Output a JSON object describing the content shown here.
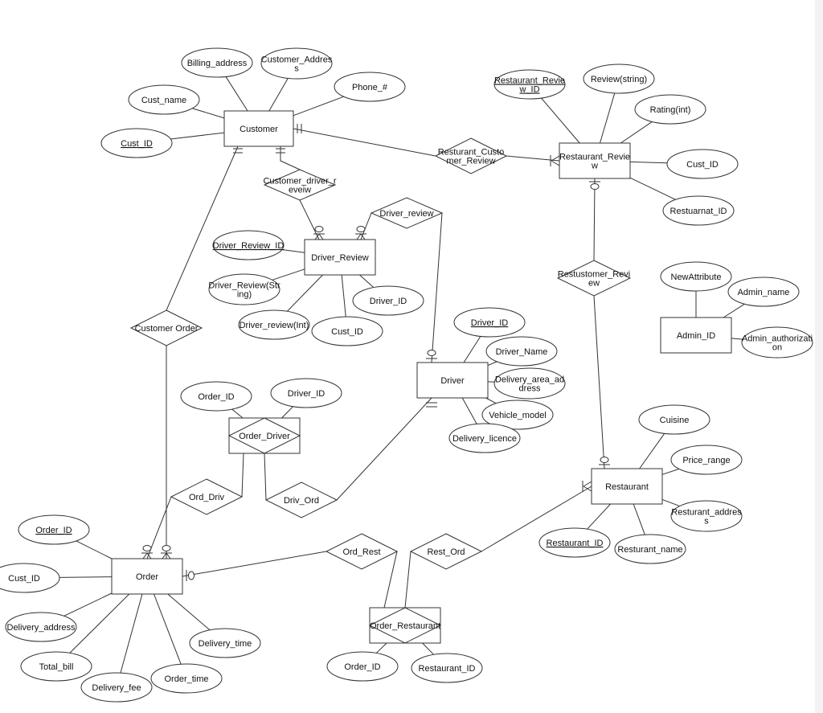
{
  "diagram": {
    "entities": [
      {
        "id": "customer",
        "lines": [
          "Customer"
        ]
      },
      {
        "id": "driver_review",
        "lines": [
          "Driver_Review"
        ]
      },
      {
        "id": "restaurant_review",
        "lines": [
          "Restaurant_Revie",
          "w"
        ]
      },
      {
        "id": "driver",
        "lines": [
          "Driver"
        ]
      },
      {
        "id": "admin",
        "lines": [
          "Admin_ID"
        ]
      },
      {
        "id": "restaurant",
        "lines": [
          "Restaurant"
        ]
      },
      {
        "id": "order",
        "lines": [
          "Order"
        ]
      }
    ],
    "associative_entities": [
      {
        "id": "order_driver",
        "lines": [
          "Order_Driver"
        ]
      },
      {
        "id": "order_restaurant",
        "lines": [
          "Order_Restaurant"
        ]
      }
    ],
    "relationships": [
      {
        "id": "rel_cust_driver_review",
        "lines": [
          "Customer_driver_r",
          "eveiw"
        ]
      },
      {
        "id": "rel_driver_review",
        "lines": [
          "Driver_review"
        ]
      },
      {
        "id": "rel_rest_cust_review",
        "lines": [
          "Resturant_Custo",
          "mer_Review"
        ]
      },
      {
        "id": "rel_restustomer_review",
        "lines": [
          "Restustomer_Revi",
          "ew"
        ]
      },
      {
        "id": "rel_customer_order",
        "lines": [
          "Customer Order"
        ]
      },
      {
        "id": "rel_ord_driv",
        "lines": [
          "Ord_Driv"
        ]
      },
      {
        "id": "rel_driv_ord",
        "lines": [
          "Driv_Ord"
        ]
      },
      {
        "id": "rel_ord_rest",
        "lines": [
          "Ord_Rest"
        ]
      },
      {
        "id": "rel_rest_ord",
        "lines": [
          "Rest_Ord"
        ]
      }
    ],
    "attributes": [
      {
        "id": "billing_address",
        "lines": [
          "Billing_address"
        ],
        "key": false
      },
      {
        "id": "customer_address",
        "lines": [
          "Customer_Addres",
          "s"
        ],
        "key": false
      },
      {
        "id": "cust_name",
        "lines": [
          "Cust_name"
        ],
        "key": false
      },
      {
        "id": "phone",
        "lines": [
          "Phone_#"
        ],
        "key": false
      },
      {
        "id": "customer_cust_id",
        "lines": [
          "Cust_ID"
        ],
        "key": true
      },
      {
        "id": "restaurant_review_id",
        "lines": [
          "Restaurant_Revie",
          "w_ID"
        ],
        "key": true
      },
      {
        "id": "review_string",
        "lines": [
          "Review(string)"
        ],
        "key": false
      },
      {
        "id": "rating_int",
        "lines": [
          "Rating(int)"
        ],
        "key": false
      },
      {
        "id": "rr_cust_id",
        "lines": [
          "Cust_ID"
        ],
        "key": false
      },
      {
        "id": "restuarnat_id",
        "lines": [
          "Restuarnat_ID"
        ],
        "key": false
      },
      {
        "id": "driver_review_id",
        "lines": [
          "Driver_Review_ID"
        ],
        "key": true
      },
      {
        "id": "driver_review_string",
        "lines": [
          "Driver_Review(Str",
          "ing)"
        ],
        "key": false
      },
      {
        "id": "dr_driver_id",
        "lines": [
          "Driver_ID"
        ],
        "key": false
      },
      {
        "id": "driver_review_int",
        "lines": [
          "Driver_review(Int)"
        ],
        "key": false
      },
      {
        "id": "dr_cust_id",
        "lines": [
          "Cust_ID"
        ],
        "key": false
      },
      {
        "id": "new_attribute",
        "lines": [
          "NewAttribute"
        ],
        "key": false
      },
      {
        "id": "admin_name",
        "lines": [
          "Admin_name"
        ],
        "key": false
      },
      {
        "id": "admin_authorization",
        "lines": [
          "Admin_authorizati",
          "on"
        ],
        "key": false
      },
      {
        "id": "driver_id",
        "lines": [
          "Driver_ID"
        ],
        "key": true
      },
      {
        "id": "driver_name",
        "lines": [
          "Driver_Name"
        ],
        "key": false
      },
      {
        "id": "delivery_area_address",
        "lines": [
          "Delivery_area_ad",
          "dress"
        ],
        "key": false
      },
      {
        "id": "vehicle_model",
        "lines": [
          "Vehicle_model"
        ],
        "key": false
      },
      {
        "id": "delivery_licence",
        "lines": [
          "Delivery_licence"
        ],
        "key": false
      },
      {
        "id": "od_order_id",
        "lines": [
          "Order_ID"
        ],
        "key": false
      },
      {
        "id": "od_driver_id",
        "lines": [
          "Driver_ID"
        ],
        "key": false
      },
      {
        "id": "cuisine",
        "lines": [
          "Cuisine"
        ],
        "key": false
      },
      {
        "id": "price_range",
        "lines": [
          "Price_range"
        ],
        "key": false
      },
      {
        "id": "resturant_address",
        "lines": [
          "Resturant_addres",
          "s"
        ],
        "key": false
      },
      {
        "id": "restaurant_id",
        "lines": [
          "Restaurant_ID"
        ],
        "key": true
      },
      {
        "id": "resturant_name",
        "lines": [
          "Resturant_name"
        ],
        "key": false
      },
      {
        "id": "order_id",
        "lines": [
          "Order_ID"
        ],
        "key": true
      },
      {
        "id": "order_cust_id",
        "lines": [
          "Cust_ID"
        ],
        "key": false
      },
      {
        "id": "delivery_address",
        "lines": [
          "Delivery_address"
        ],
        "key": false
      },
      {
        "id": "delivery_time",
        "lines": [
          "Delivery_time"
        ],
        "key": false
      },
      {
        "id": "total_bill",
        "lines": [
          "Total_bill"
        ],
        "key": false
      },
      {
        "id": "order_time",
        "lines": [
          "Order_time"
        ],
        "key": false
      },
      {
        "id": "delivery_fee",
        "lines": [
          "Delivery_fee"
        ],
        "key": false
      },
      {
        "id": "or_order_id",
        "lines": [
          "Order_ID"
        ],
        "key": false
      },
      {
        "id": "or_restaurant_id",
        "lines": [
          "Restaurant_ID"
        ],
        "key": false
      }
    ],
    "connections": [
      [
        "customer",
        "billing_address"
      ],
      [
        "customer",
        "customer_address"
      ],
      [
        "customer",
        "cust_name"
      ],
      [
        "customer",
        "phone"
      ],
      [
        "customer",
        "customer_cust_id"
      ],
      [
        "customer",
        "rel_rest_cust_review"
      ],
      [
        "rel_rest_cust_review",
        "restaurant_review"
      ],
      [
        "customer",
        "rel_cust_driver_review"
      ],
      [
        "rel_cust_driver_review",
        "driver_review"
      ],
      [
        "customer",
        "rel_customer_order"
      ],
      [
        "rel_customer_order",
        "order"
      ],
      [
        "restaurant_review",
        "restaurant_review_id"
      ],
      [
        "restaurant_review",
        "review_string"
      ],
      [
        "restaurant_review",
        "rating_int"
      ],
      [
        "restaurant_review",
        "rr_cust_id"
      ],
      [
        "restaurant_review",
        "restuarnat_id"
      ],
      [
        "restaurant_review",
        "rel_restustomer_review"
      ],
      [
        "rel_restustomer_review",
        "restaurant"
      ],
      [
        "driver_review",
        "driver_review_id"
      ],
      [
        "driver_review",
        "driver_review_string"
      ],
      [
        "driver_review",
        "dr_driver_id"
      ],
      [
        "driver_review",
        "driver_review_int"
      ],
      [
        "driver_review",
        "dr_cust_id"
      ],
      [
        "driver_review",
        "rel_driver_review"
      ],
      [
        "rel_driver_review",
        "driver"
      ],
      [
        "driver",
        "driver_id"
      ],
      [
        "driver",
        "driver_name"
      ],
      [
        "driver",
        "delivery_area_address"
      ],
      [
        "driver",
        "vehicle_model"
      ],
      [
        "driver",
        "delivery_licence"
      ],
      [
        "driver",
        "rel_driv_ord"
      ],
      [
        "rel_driv_ord",
        "order_driver"
      ],
      [
        "order_driver",
        "od_order_id"
      ],
      [
        "order_driver",
        "od_driver_id"
      ],
      [
        "order_driver",
        "rel_ord_driv"
      ],
      [
        "rel_ord_driv",
        "order"
      ],
      [
        "admin",
        "new_attribute"
      ],
      [
        "admin",
        "admin_name"
      ],
      [
        "admin",
        "admin_authorization"
      ],
      [
        "restaurant",
        "cuisine"
      ],
      [
        "restaurant",
        "price_range"
      ],
      [
        "restaurant",
        "resturant_address"
      ],
      [
        "restaurant",
        "restaurant_id"
      ],
      [
        "restaurant",
        "resturant_name"
      ],
      [
        "restaurant",
        "rel_rest_ord"
      ],
      [
        "rel_rest_ord",
        "order_restaurant"
      ],
      [
        "order_restaurant",
        "or_order_id"
      ],
      [
        "order_restaurant",
        "or_restaurant_id"
      ],
      [
        "order_restaurant",
        "rel_ord_rest"
      ],
      [
        "rel_ord_rest",
        "order"
      ],
      [
        "order",
        "order_id"
      ],
      [
        "order",
        "order_cust_id"
      ],
      [
        "order",
        "delivery_address"
      ],
      [
        "order",
        "delivery_time"
      ],
      [
        "order",
        "total_bill"
      ],
      [
        "order",
        "order_time"
      ],
      [
        "order",
        "delivery_fee"
      ]
    ]
  }
}
